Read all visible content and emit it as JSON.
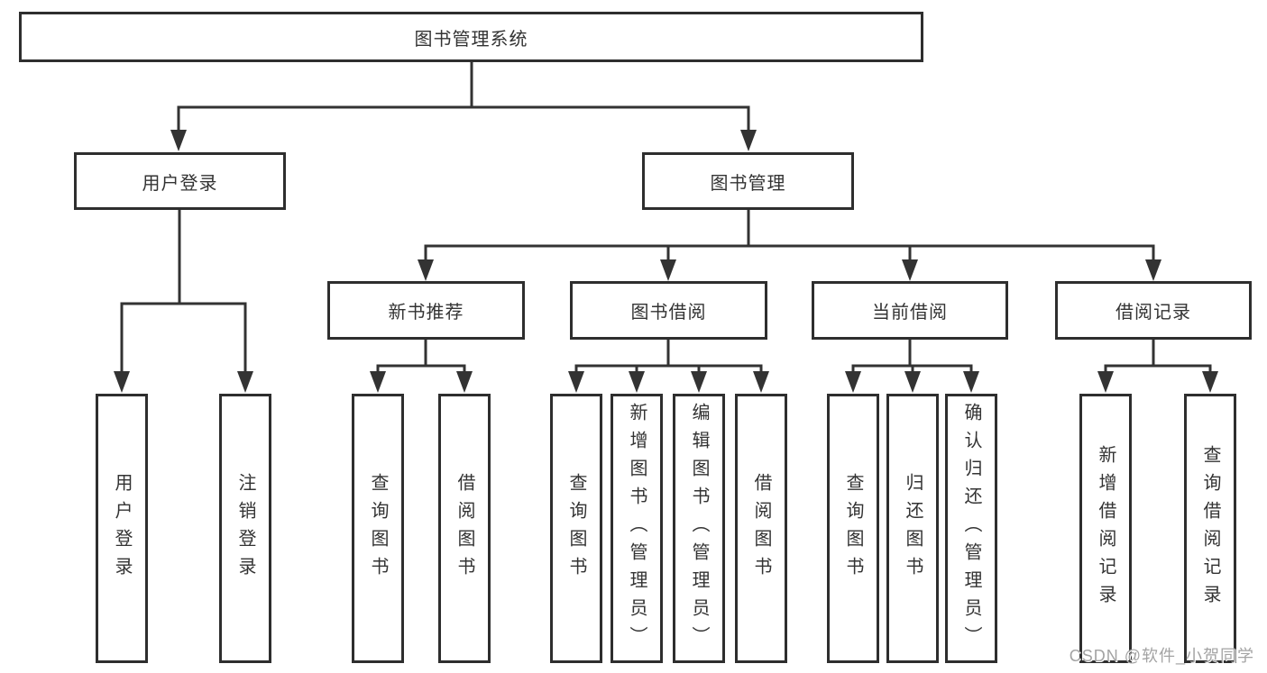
{
  "tree": {
    "root": {
      "label": "图书管理系统"
    },
    "branches": [
      {
        "label": "用户登录",
        "children": [
          {
            "label": "用户登录"
          },
          {
            "label": "注销登录"
          }
        ]
      },
      {
        "label": "图书管理",
        "children": [
          {
            "label": "新书推荐",
            "children": [
              {
                "label": "查询图书"
              },
              {
                "label": "借阅图书"
              }
            ]
          },
          {
            "label": "图书借阅",
            "children": [
              {
                "label": "查询图书"
              },
              {
                "label": "新增图书（管理员）"
              },
              {
                "label": "编辑图书（管理员）"
              },
              {
                "label": "借阅图书"
              }
            ]
          },
          {
            "label": "当前借阅",
            "children": [
              {
                "label": "查询图书"
              },
              {
                "label": "归还图书"
              },
              {
                "label": "确认归还（管理员）"
              }
            ]
          },
          {
            "label": "借阅记录",
            "children": [
              {
                "label": "新增借阅记录"
              },
              {
                "label": "查询借阅记录"
              }
            ]
          }
        ]
      }
    ]
  },
  "watermark": {
    "text": "CSDN @软件_小贺同学"
  },
  "colors": {
    "line": "#333333",
    "box_border": "#2e2e2e",
    "text": "#333333",
    "watermark": "#a3a3a3",
    "background": "#ffffff"
  }
}
